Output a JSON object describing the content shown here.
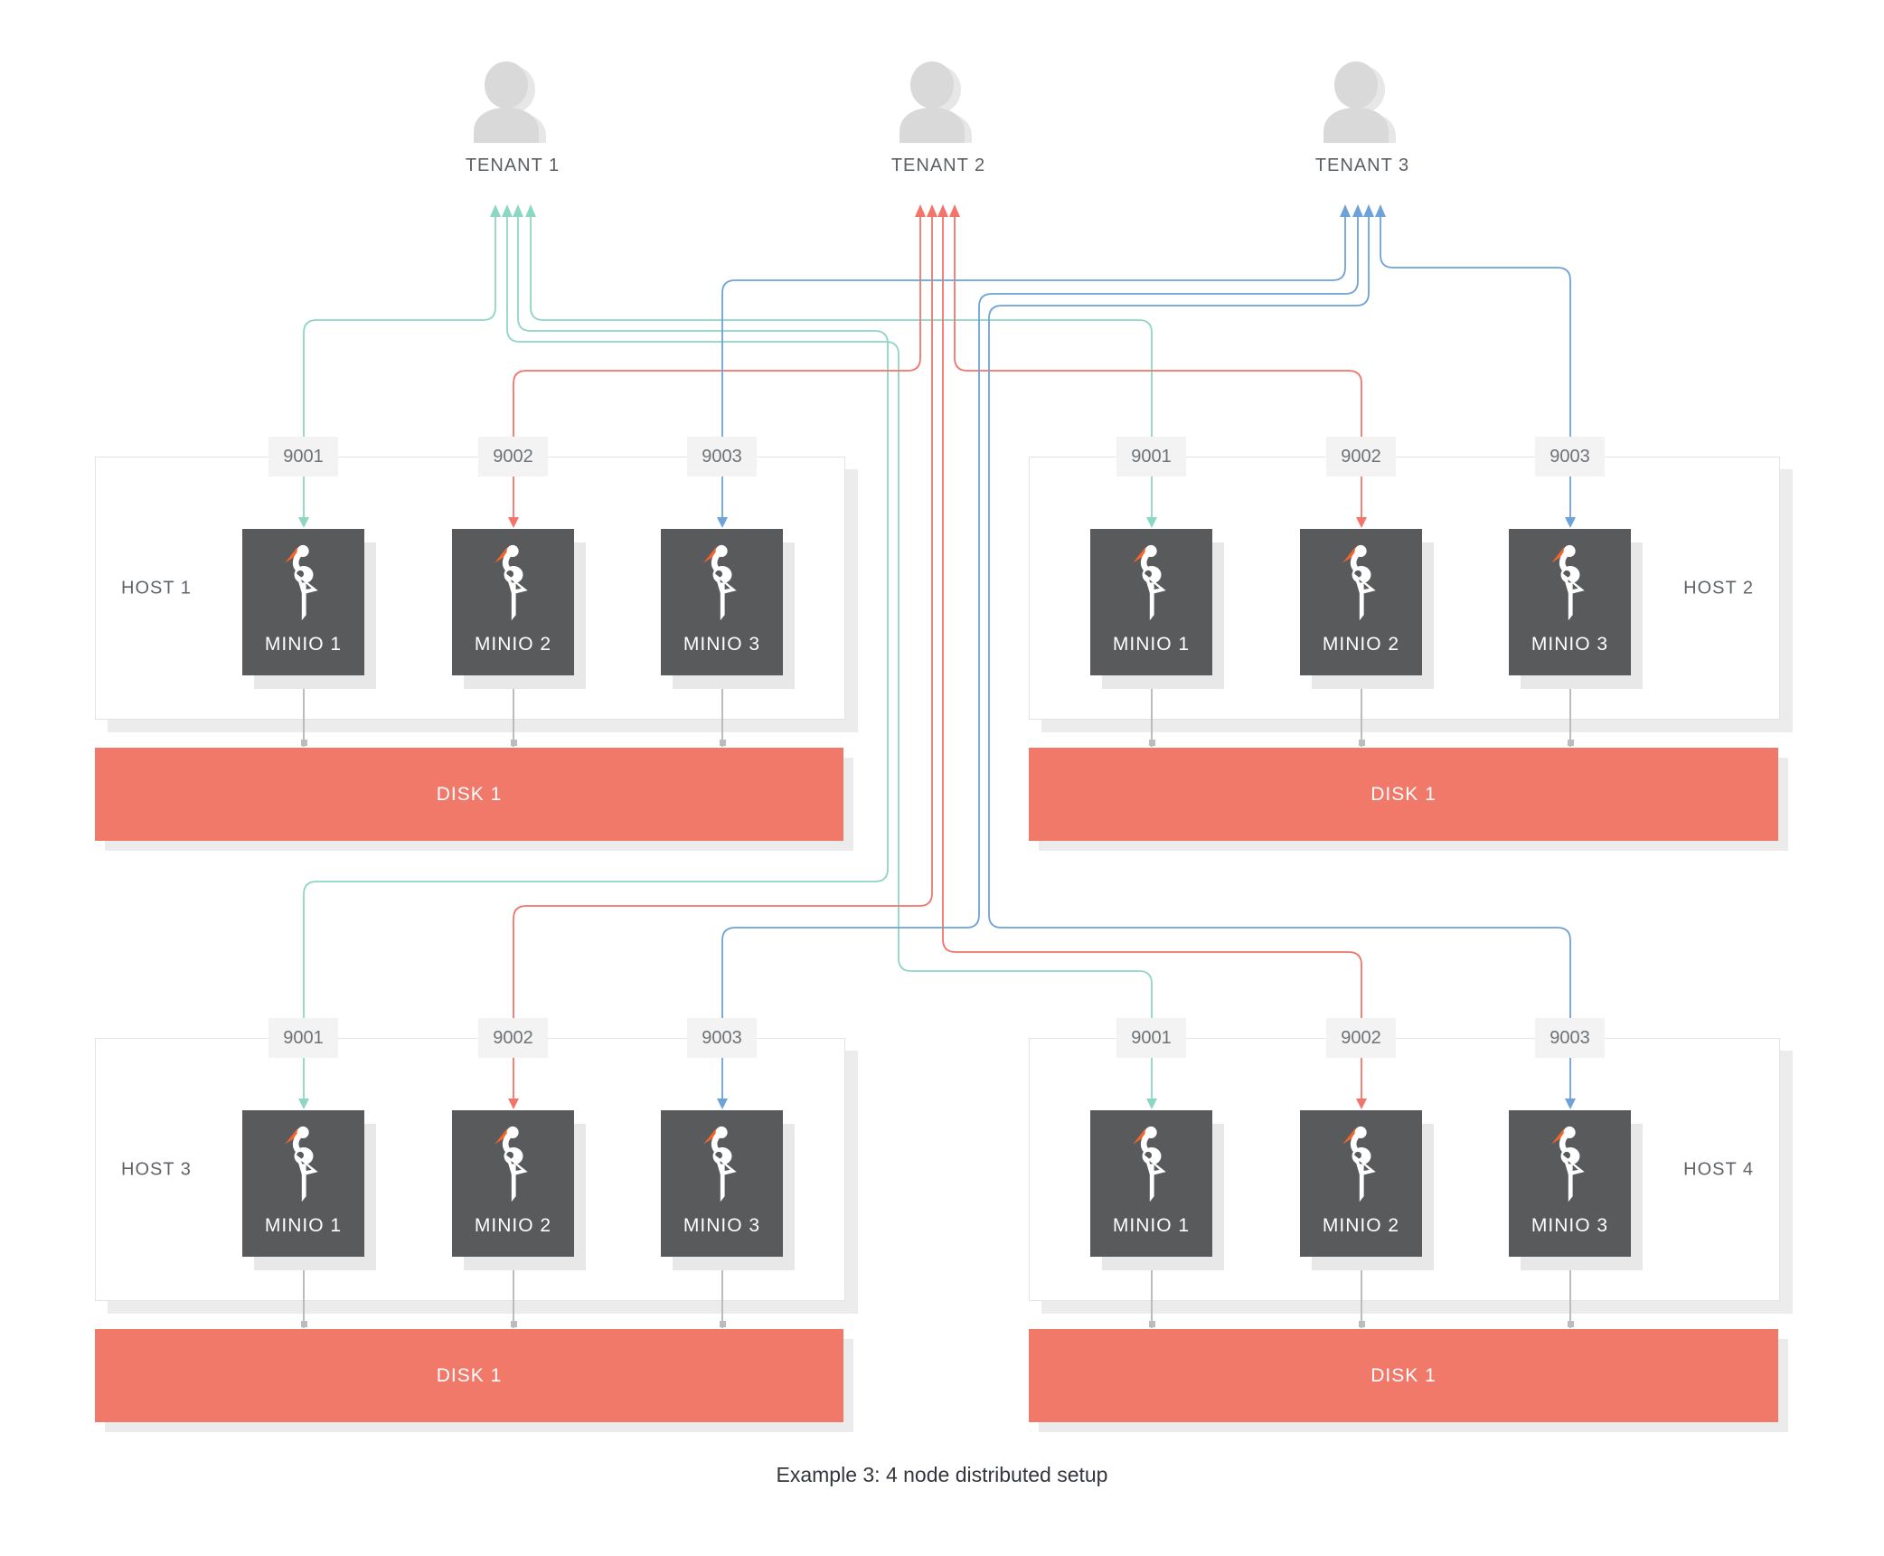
{
  "colors": {
    "t1": "#8ED6C4",
    "t2": "#F2746A",
    "t3": "#6FA2D8",
    "disk": "#F1796A",
    "node": "#595A5C",
    "beak": "#F0642E",
    "wire": "#B9BDBD"
  },
  "tenants": [
    {
      "label": "TENANT 1"
    },
    {
      "label": "TENANT 2"
    },
    {
      "label": "TENANT 3"
    }
  ],
  "hosts": [
    {
      "label": "HOST 1",
      "ports": [
        "9001",
        "9002",
        "9003"
      ],
      "nodes": [
        "MINIO 1",
        "MINIO 2",
        "MINIO 3"
      ],
      "disk": "DISK 1"
    },
    {
      "label": "HOST 2",
      "ports": [
        "9001",
        "9002",
        "9003"
      ],
      "nodes": [
        "MINIO 1",
        "MINIO 2",
        "MINIO 3"
      ],
      "disk": "DISK 1"
    },
    {
      "label": "HOST 3",
      "ports": [
        "9001",
        "9002",
        "9003"
      ],
      "nodes": [
        "MINIO 1",
        "MINIO 2",
        "MINIO 3"
      ],
      "disk": "DISK 1"
    },
    {
      "label": "HOST 4",
      "ports": [
        "9001",
        "9002",
        "9003"
      ],
      "nodes": [
        "MINIO 1",
        "MINIO 2",
        "MINIO 3"
      ],
      "disk": "DISK 1"
    }
  ],
  "caption": "Example 3: 4 node distributed setup"
}
